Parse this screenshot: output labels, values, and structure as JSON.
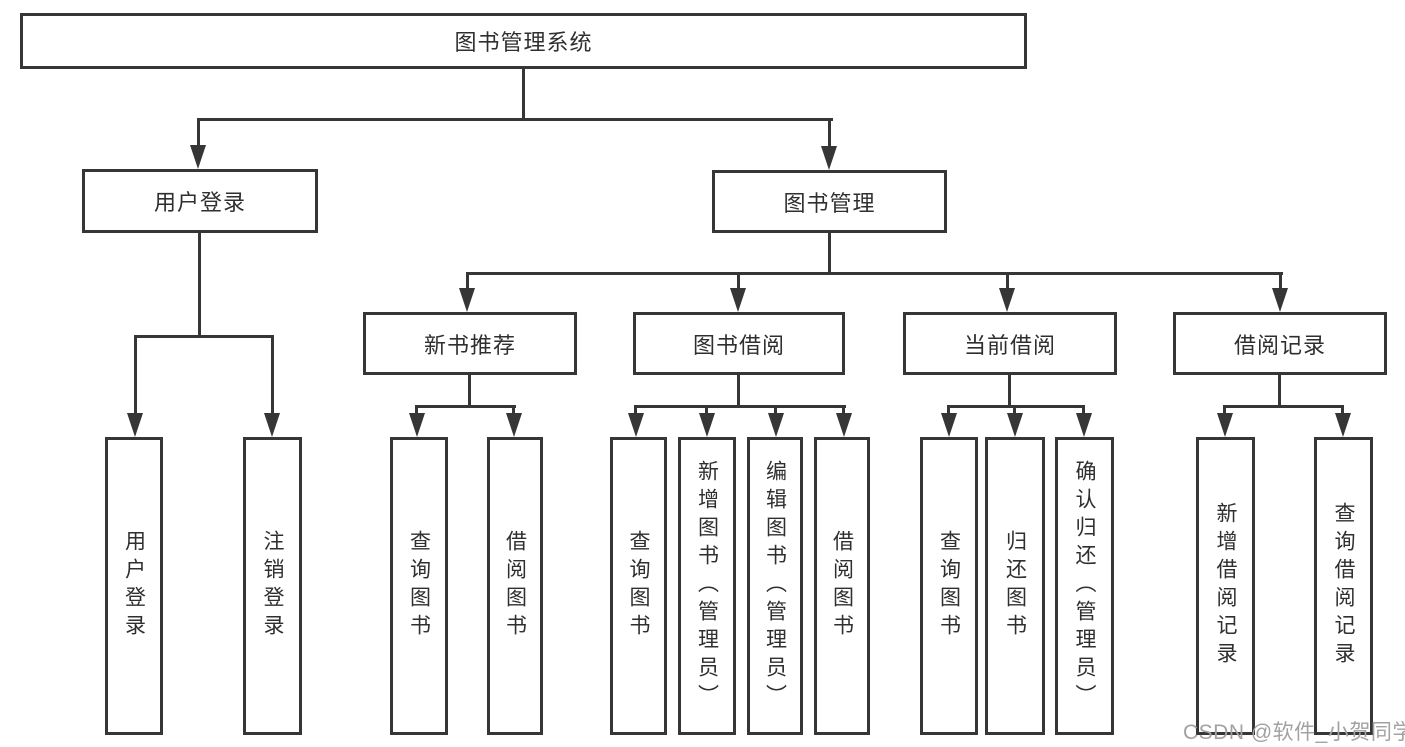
{
  "root": {
    "label": "图书管理系统"
  },
  "branches": [
    {
      "id": "user-login",
      "label": "用户登录",
      "leaves": [
        "用户登录",
        "注销登录"
      ]
    },
    {
      "id": "book-management",
      "label": "图书管理",
      "sections": [
        {
          "id": "new-book-recommend",
          "label": "新书推荐",
          "leaves": [
            "查询图书",
            "借阅图书"
          ]
        },
        {
          "id": "book-borrow",
          "label": "图书借阅",
          "leaves": [
            "查询图书",
            "新增图书（管理员）",
            "编辑图书（管理员）",
            "借阅图书"
          ]
        },
        {
          "id": "current-borrow",
          "label": "当前借阅",
          "leaves": [
            "查询图书",
            "归还图书",
            "确认归还（管理员）"
          ]
        },
        {
          "id": "borrow-record",
          "label": "借阅记录",
          "leaves": [
            "新增借阅记录",
            "查询借阅记录"
          ]
        }
      ]
    }
  ],
  "watermark": {
    "text": "CSDN @软件_小贺同学",
    "color": "#a2a2a2"
  },
  "style": {
    "line_color": "#363636",
    "text_color": "#2f2f2f",
    "background": "#ffffff"
  }
}
